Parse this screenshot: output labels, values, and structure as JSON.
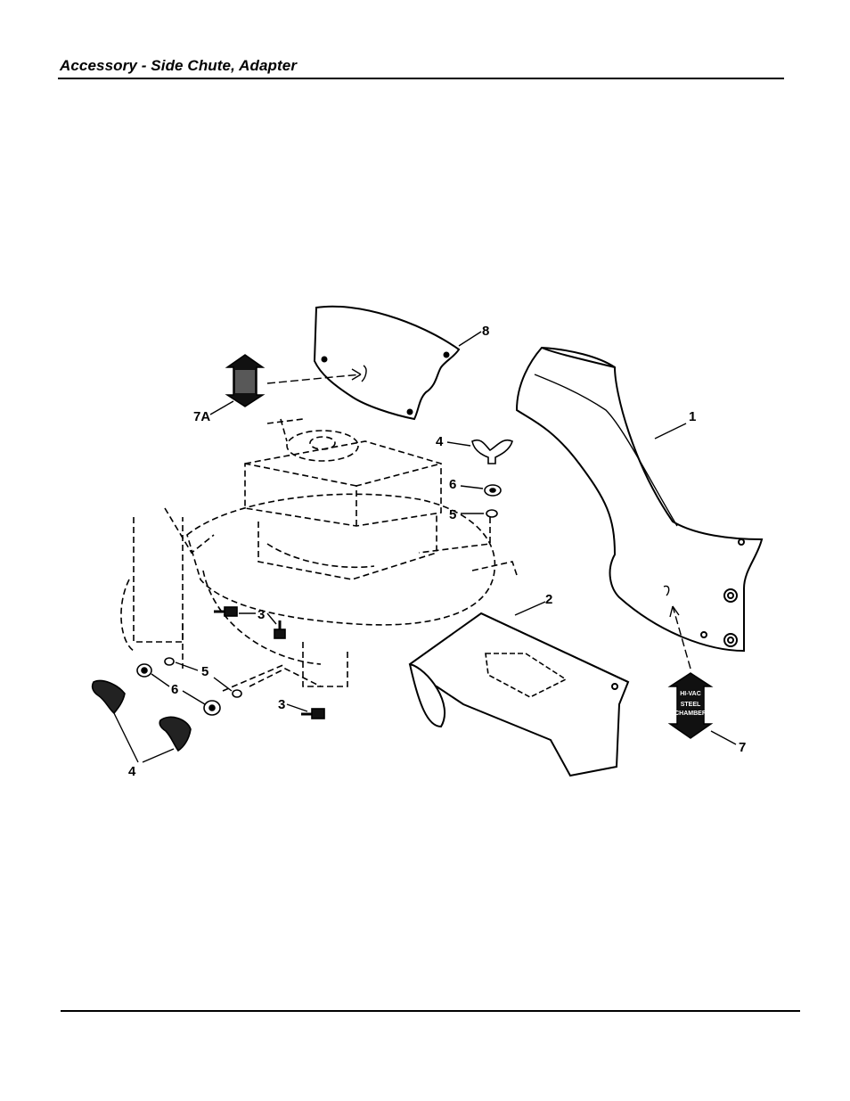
{
  "header": {
    "title": "Accessory - Side Chute, Adapter"
  },
  "diagram": {
    "callouts": {
      "c1": "1",
      "c2": "2",
      "c3a": "3",
      "c3b": "3",
      "c4a": "4",
      "c4b": "4",
      "c5a": "5",
      "c5b": "5",
      "c6a": "6",
      "c6b": "6",
      "c7": "7",
      "c7a": "7A",
      "c8": "8"
    },
    "decal": {
      "line1": "HI-VAC",
      "line2": "STEEL",
      "line3": "CHAMBER"
    }
  }
}
